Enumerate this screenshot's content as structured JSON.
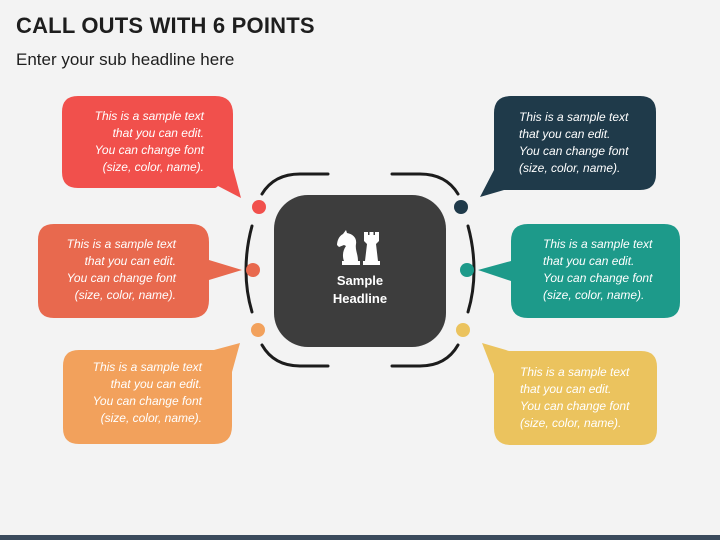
{
  "header": {
    "title": "CALL OUTS WITH 6 POINTS",
    "subtitle": "Enter your sub headline here"
  },
  "center": {
    "icon": "chess-pieces-icon",
    "headline_line1": "Sample",
    "headline_line2": "Headline",
    "color": "#3d3d3d"
  },
  "callouts": [
    {
      "id": "left-1",
      "side": "left",
      "color": "#f1504c",
      "lines": [
        "This is a sample text",
        "that you can edit.",
        "You can change font",
        "(size, color, name)."
      ]
    },
    {
      "id": "left-2",
      "side": "left",
      "color": "#e8694e",
      "lines": [
        "This is a sample text",
        "that you can edit.",
        "You can change font",
        "(size, color, name)."
      ]
    },
    {
      "id": "left-3",
      "side": "left",
      "color": "#f2a15c",
      "lines": [
        "This is a sample text",
        "that you can edit.",
        "You can change font",
        "(size, color, name)."
      ]
    },
    {
      "id": "right-1",
      "side": "right",
      "color": "#1f3a4a",
      "lines": [
        "This is a sample text",
        "that you can edit.",
        "You can change font",
        "(size, color, name)."
      ]
    },
    {
      "id": "right-2",
      "side": "right",
      "color": "#1d9a8a",
      "lines": [
        "This is a sample text",
        "that you can edit.",
        "You can change font",
        "(size, color, name)."
      ]
    },
    {
      "id": "right-3",
      "side": "right",
      "color": "#ebc35e",
      "lines": [
        "This is a sample text",
        "that you can edit.",
        "You can change font",
        "(size, color, name)."
      ]
    }
  ]
}
